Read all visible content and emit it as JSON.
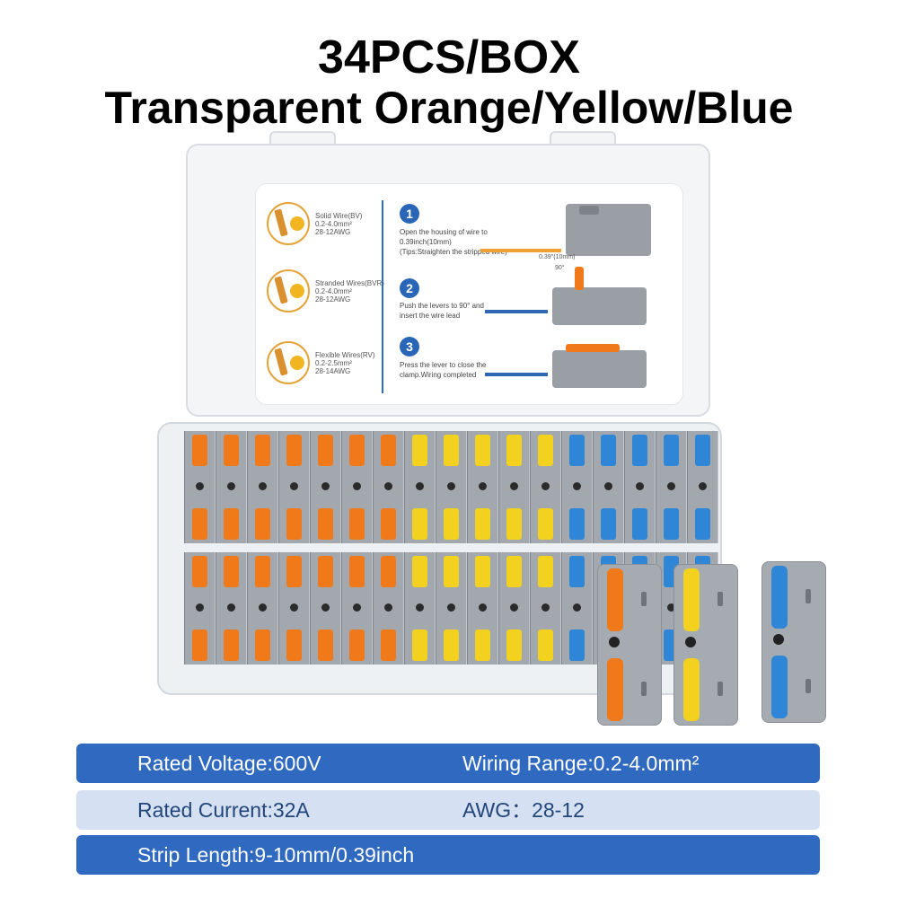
{
  "title": {
    "line1": "34PCS/BOX",
    "line2": "Transparent Orange/Yellow/Blue"
  },
  "instructions": {
    "wires": [
      {
        "label": "Solid Wire(BV)\n0.2-4.0mm²\n28-12AWG"
      },
      {
        "label": "Stranded Wires(BVR)\n0.2-4.0mm²\n28-12AWG"
      },
      {
        "label": "Flexible Wires(RV)\n0.2-2.5mm²\n28-14AWG"
      }
    ],
    "steps": [
      {
        "num": "1",
        "text": "Open the housing of wire to 0.39inch(10mm)\n(Tips:Straighten the stripped wire)"
      },
      {
        "num": "2",
        "text": "Push the levers to 90° and\ninsert the wire lead"
      },
      {
        "num": "3",
        "text": "Press the lever to close the\nclamp.Wiring completed"
      }
    ],
    "measure_label": "0.39''(10mm)",
    "angle_label": "90°"
  },
  "colors": {
    "orange": "#f07a1a",
    "yellow": "#f2d21e",
    "blue": "#2f86d6",
    "bar_dark": "#2f6ac0",
    "bar_light": "#d5e1f3"
  },
  "connectors": {
    "row1": [
      "orange",
      "orange",
      "orange",
      "orange",
      "orange",
      "orange",
      "orange",
      "yellow",
      "yellow",
      "yellow",
      "yellow",
      "yellow",
      "blue",
      "blue",
      "blue",
      "blue",
      "blue"
    ],
    "row2": [
      "orange",
      "orange",
      "orange",
      "orange",
      "orange",
      "orange",
      "orange",
      "yellow",
      "yellow",
      "yellow",
      "yellow",
      "yellow",
      "blue",
      "blue",
      "blue",
      "blue",
      "blue"
    ],
    "loose": [
      "orange",
      "yellow",
      "blue"
    ]
  },
  "specs": {
    "voltage": "Rated Voltage:600V",
    "wiring_range": "Wiring Range:0.2-4.0mm²",
    "current": "Rated Current:32A",
    "awg": "AWG：28-12",
    "strip_length": "Strip Length:9-10mm/0.39inch"
  }
}
